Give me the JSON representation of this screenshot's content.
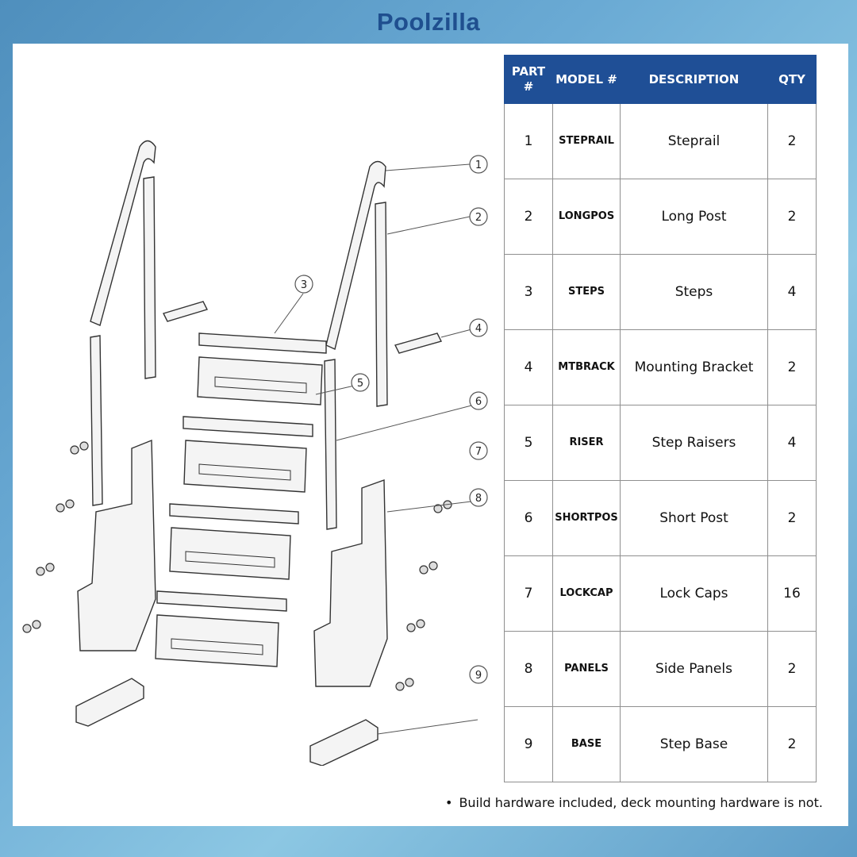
{
  "brand": "Poolzilla",
  "table": {
    "headers": {
      "part": "PART #",
      "model": "MODEL #",
      "description": "DESCRIPTION",
      "qty": "QTY"
    },
    "rows": [
      {
        "part": "1",
        "model": "STEPRAIL",
        "description": "Steprail",
        "qty": "2"
      },
      {
        "part": "2",
        "model": "LONGPOS",
        "description": "Long Post",
        "qty": "2"
      },
      {
        "part": "3",
        "model": "STEPS",
        "description": "Steps",
        "qty": "4"
      },
      {
        "part": "4",
        "model": "MTBRACK",
        "description": "Mounting Bracket",
        "qty": "2"
      },
      {
        "part": "5",
        "model": "RISER",
        "description": "Step Raisers",
        "qty": "4"
      },
      {
        "part": "6",
        "model": "SHORTPOS",
        "description": "Short Post",
        "qty": "2"
      },
      {
        "part": "7",
        "model": "LOCKCAP",
        "description": "Lock Caps",
        "qty": "16"
      },
      {
        "part": "8",
        "model": "PANELS",
        "description": "Side Panels",
        "qty": "2"
      },
      {
        "part": "9",
        "model": "BASE",
        "description": "Step Base",
        "qty": "2"
      }
    ]
  },
  "diagram": {
    "callouts": [
      "1",
      "2",
      "3",
      "4",
      "5",
      "6",
      "7",
      "8",
      "9"
    ]
  },
  "note": "Build hardware included, deck mounting hardware is not."
}
